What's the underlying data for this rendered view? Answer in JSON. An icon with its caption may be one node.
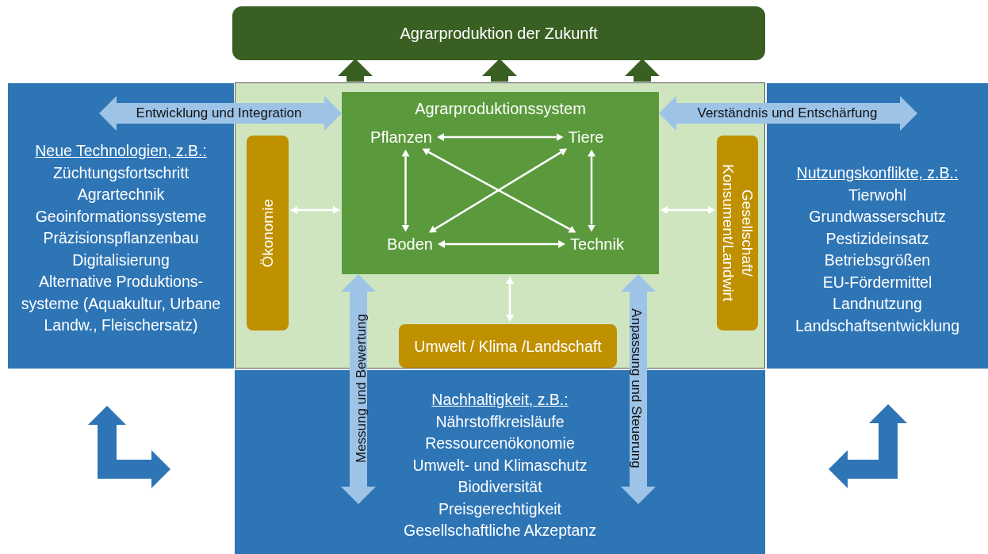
{
  "diagram": {
    "nodes": [
      {
        "text": [
          "Agrarproduktion der Zukunft"
        ]
      },
      {
        "text": [
          "Neue Technologien, z.B.:",
          "Züchtungsfortschritt",
          "Agrartechnik",
          "Geoinformationssysteme",
          "Präzisionspflanzenbau",
          "Digitalisierung",
          "Alternative Produktions- systeme (Aquakultur, Urbane Landw., Fleischersatz)"
        ]
      },
      {
        "text": [],
        "shape": "box"
      },
      {
        "text": [
          "Agrarproduktionssystem"
        ],
        "in": 2
      },
      {
        "text": [
          "Pflanzen"
        ],
        "in": 3
      },
      {
        "text": [
          "Tiere"
        ],
        "in": 3
      },
      {
        "text": [
          "Boden"
        ],
        "in": 3
      },
      {
        "text": [
          "Technik"
        ],
        "in": 3
      },
      {
        "text": [
          "Ökonomie"
        ],
        "in": 2
      },
      {
        "text": [
          "Gesellschaft/ Konsument/Landwirt"
        ],
        "in": 2
      },
      {
        "text": [
          "Umwelt / Klima /Landschaft"
        ],
        "in": 2
      },
      {
        "text": [
          "Nutzungskonflikte, z.B.:",
          "Tierwohl",
          "Grundwasserschutz",
          "Pestizideinsatz",
          "Betriebsgrößen",
          "EU-Fördermittel",
          "Landnutzung",
          "Landschaftsentwicklung"
        ]
      },
      {
        "text": [
          "Nachhaltigkeit, z.B.:",
          "Nährstoffkreisläufe",
          "Ressourcenökonomie",
          "Umwelt- und Klimaschutz",
          "Biodiversität",
          "Preisgerechtigkeit",
          "Gesellschaftliche Akzeptanz"
        ]
      }
    ],
    "edges": [
      {
        "from": 2,
        "to": 0,
        "arrow": "to",
        "style": "thick",
        "color": "#3a5f23"
      },
      {
        "from": 2,
        "to": 0,
        "arrow": "to",
        "style": "thick",
        "color": "#3a5f23"
      },
      {
        "from": 2,
        "to": 0,
        "arrow": "to",
        "style": "thick",
        "color": "#3a5f23"
      },
      {
        "from": 1,
        "to": 3,
        "arrow": "both",
        "label": "Entwicklung und Integration",
        "style": "thick",
        "color": "#9dc3e6"
      },
      {
        "from": 3,
        "to": 11,
        "arrow": "both",
        "label": "Verständnis und Entschärfung",
        "style": "thick",
        "color": "#9dc3e6"
      },
      {
        "from": 8,
        "to": 3,
        "arrow": "both"
      },
      {
        "from": 3,
        "to": 9,
        "arrow": "both"
      },
      {
        "from": 3,
        "to": 10,
        "arrow": "both"
      },
      {
        "from": 4,
        "to": 5,
        "arrow": "both"
      },
      {
        "from": 4,
        "to": 6,
        "arrow": "both"
      },
      {
        "from": 5,
        "to": 7,
        "arrow": "both"
      },
      {
        "from": 6,
        "to": 7,
        "arrow": "both"
      },
      {
        "from": 4,
        "to": 7,
        "arrow": "both"
      },
      {
        "from": 5,
        "to": 6,
        "arrow": "both"
      },
      {
        "from": 3,
        "to": 12,
        "arrow": "both",
        "label": "Messung und Bewertung",
        "style": "thick",
        "color": "#9dc3e6"
      },
      {
        "from": 3,
        "to": 12,
        "arrow": "both",
        "label": "Anpassung und Steuerung",
        "style": "thick",
        "color": "#9dc3e6"
      }
    ]
  }
}
